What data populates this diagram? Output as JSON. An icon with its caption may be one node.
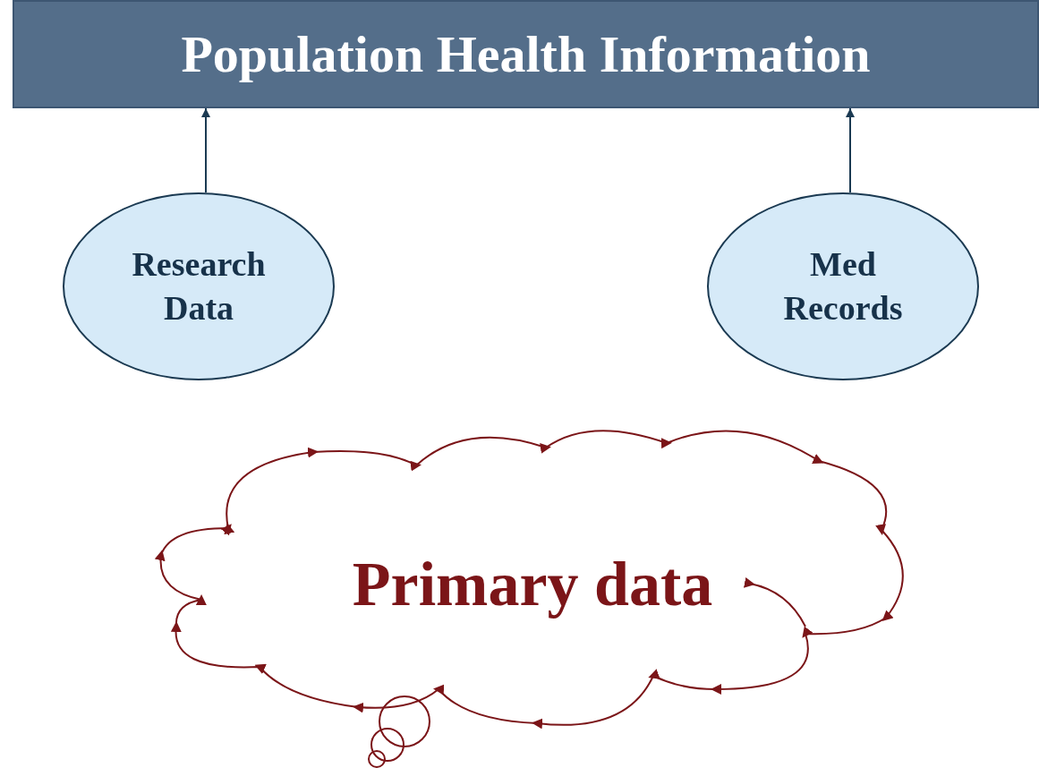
{
  "diagram": {
    "nodes": [
      {
        "text": [
          "Population Health Information"
        ]
      },
      {
        "text": [
          "Research Data"
        ]
      },
      {
        "text": [
          "Med Records"
        ]
      },
      {
        "text": [
          "Primary data"
        ]
      }
    ],
    "edges": [
      {
        "from": 1,
        "to": 0,
        "arrow": "to"
      },
      {
        "from": 2,
        "to": 0,
        "arrow": "to"
      }
    ]
  }
}
